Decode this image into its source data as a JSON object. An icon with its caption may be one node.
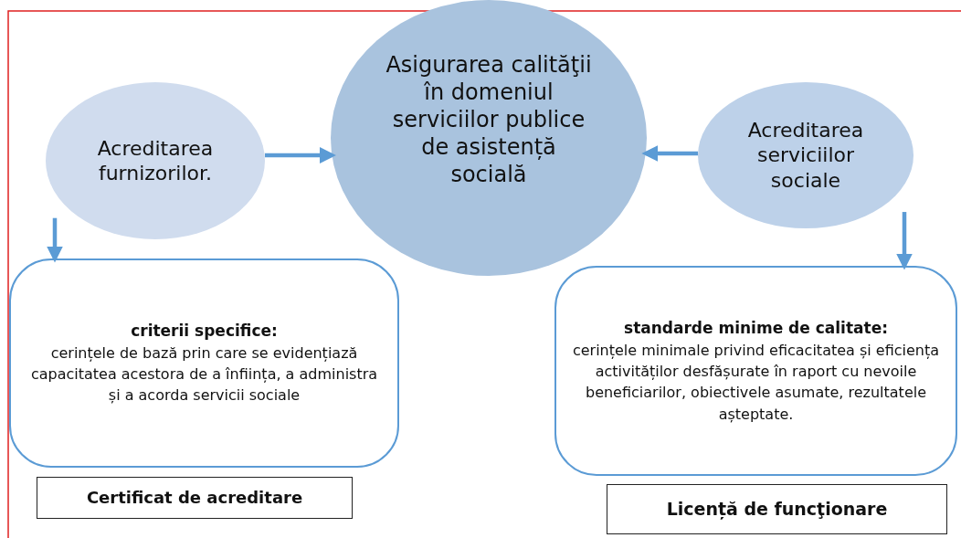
{
  "diagram": {
    "nodes": [
      {
        "text": [
          "Acreditarea furnizorilor."
        ]
      },
      {
        "text": [
          "Asigurarea calităţii în domeniul serviciilor publice de asistență socială"
        ]
      },
      {
        "text": [
          "Acreditarea serviciilor sociale"
        ]
      },
      {
        "text": [
          "criterii specifice:",
          "cerințele de bază prin care se evidențiază capacitatea acestora de a înființa, a administra și a acorda servicii sociale"
        ]
      },
      {
        "text": [
          "standarde minime de calitate:",
          "cerințele minimale privind eficacitatea și eficiența activităților desfășurate în raport cu nevoile beneficiarilor, obiectivele asumate, rezultatele așteptate."
        ]
      },
      {
        "text": [
          "Certificat de acreditare"
        ]
      },
      {
        "text": [
          "Licență de funcţionare"
        ]
      }
    ],
    "edges": [
      {
        "from": 0,
        "to": 1,
        "arrow": "to"
      },
      {
        "from": 2,
        "to": 1,
        "arrow": "to"
      },
      {
        "from": 0,
        "to": 3,
        "arrow": "to"
      },
      {
        "from": 2,
        "to": 4,
        "arrow": "to"
      }
    ]
  }
}
